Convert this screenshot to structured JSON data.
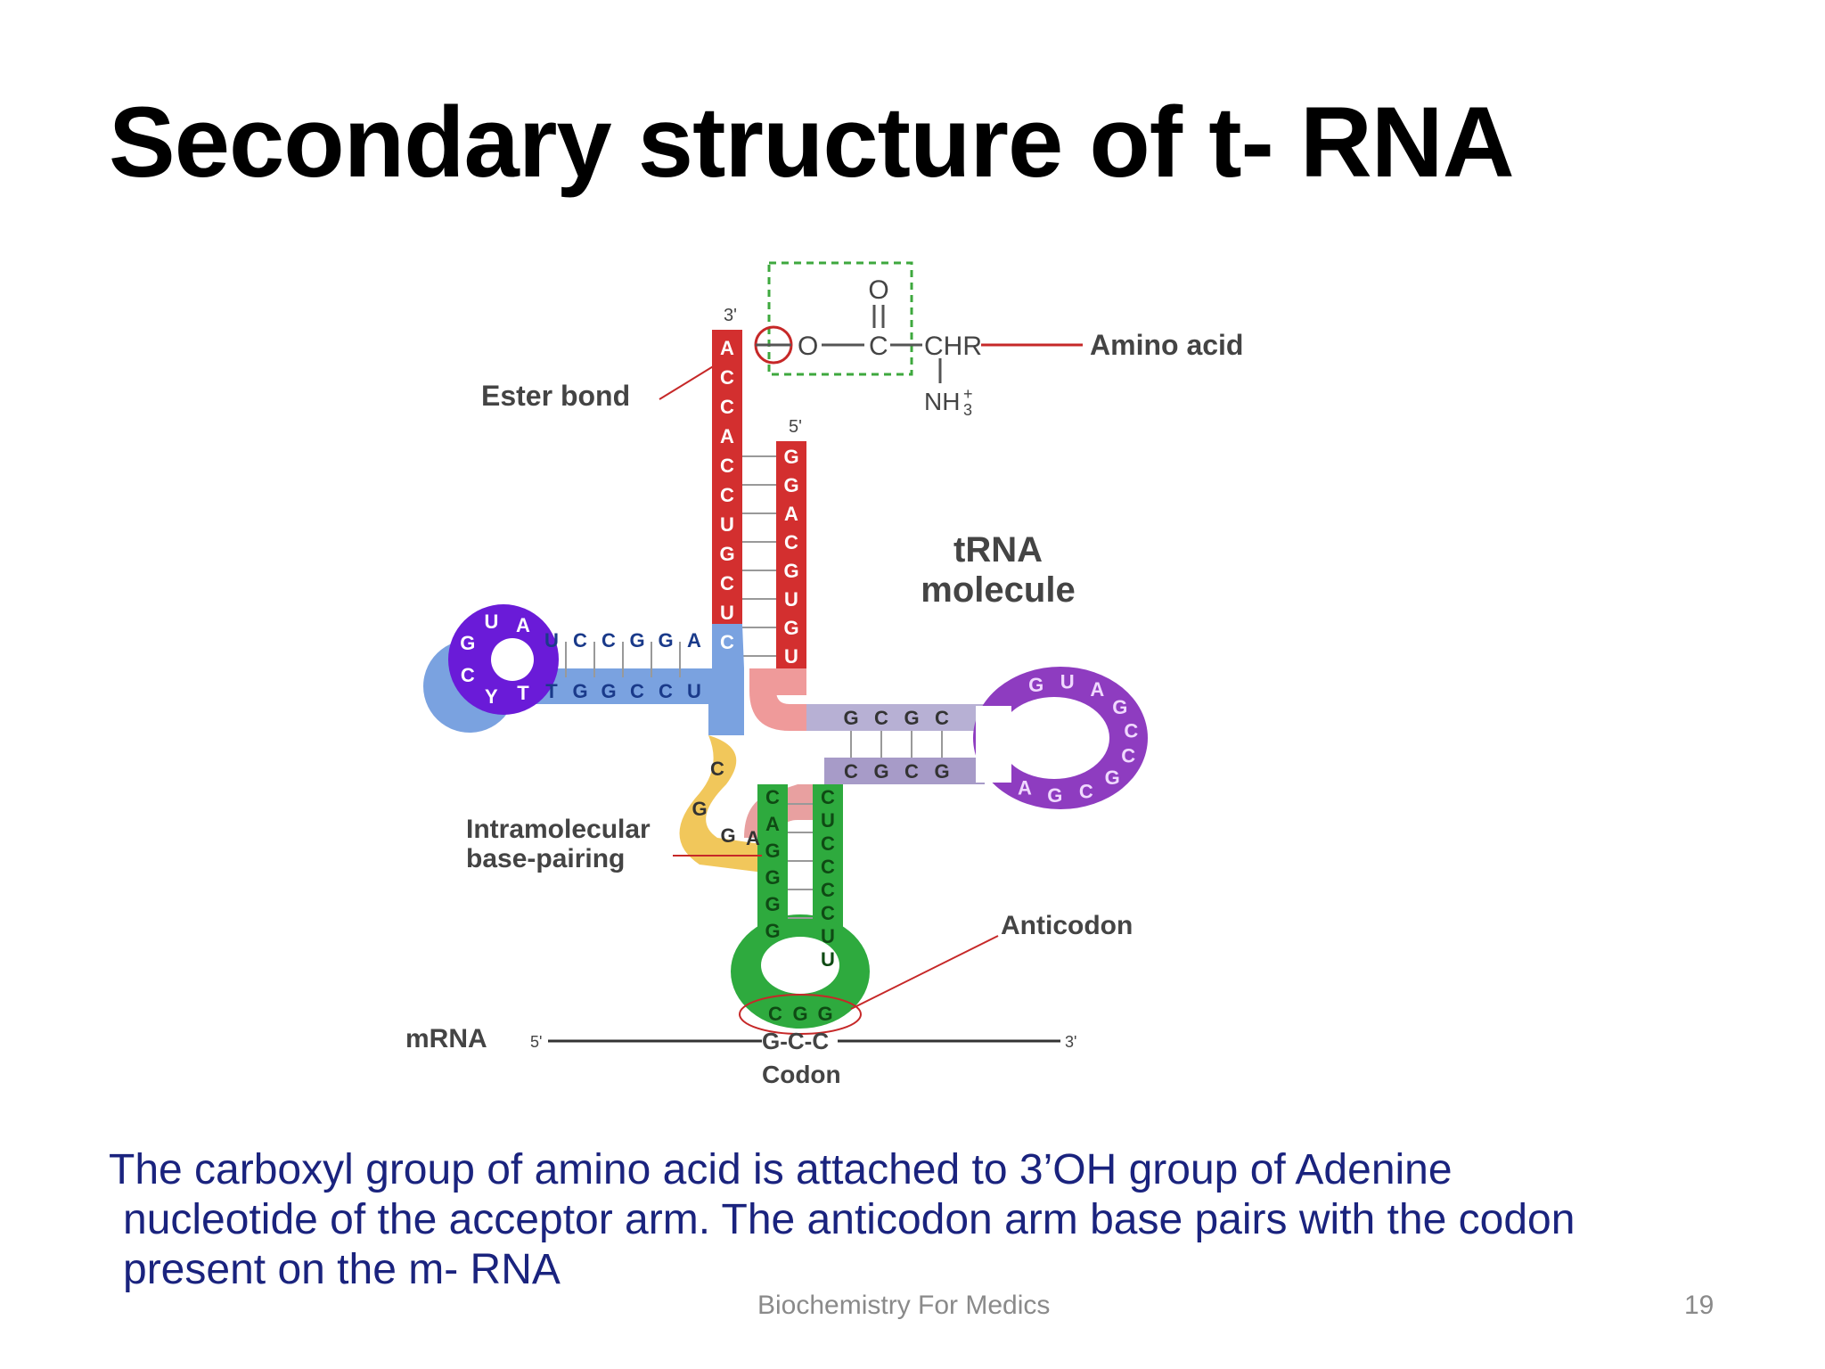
{
  "slide": {
    "title": "Secondary structure of t- RNA",
    "caption_lines": [
      "The carboxyl group of amino acid is attached to 3’OH group of Adenine",
      "nucleotide of the acceptor arm. The anticodon arm base pairs with the codon",
      "present on the m- RNA"
    ],
    "footer": "Biochemistry For Medics",
    "page_number": "19"
  },
  "diagram": {
    "labels": {
      "three_prime_top": "3'",
      "five_prime_top": "5'",
      "ester_bond": "Ester bond",
      "amino_acid": "Amino acid",
      "carbonyl_o": "O",
      "carbon": "C",
      "oxygen": "O",
      "chr": "CHR",
      "nh3": "NH",
      "trna_line1": "tRNA",
      "trna_line2": "molecule",
      "intramolecular_line1": "Intramolecular",
      "intramolecular_line2": "base-pairing",
      "anticodon": "Anticodon",
      "mrna": "mRNA",
      "mrna_5": "5'",
      "mrna_3": "3'",
      "codon_seq": "G-C-C",
      "codon": "Codon"
    },
    "acceptor_3_strand": "ACCACCUGCUC",
    "acceptor_5_strand": "GGACGUGU",
    "d_arm_top": "UCCGGA",
    "d_arm_bottom": "TGGCCU",
    "d_loop": "AUGCYT",
    "linker": "CGGA",
    "t_arm_top": "GCGC",
    "t_arm_bottom": "CGCG",
    "t_loop": "GUAGCCGCGA",
    "anticodon_left": "CAGGGG",
    "anticodon_right": "CUCCCCUU",
    "anticodon_bases": "CGG",
    "colors": {
      "acceptor": "#d32f2f",
      "acceptor_light": "#ef9a9a",
      "d_loop": "#6a1bd8",
      "d_stem": "#7aa2e0",
      "linker": "#f1c75b",
      "t_loop": "#8e3cc0",
      "t_stem": "#a79bc8",
      "anticodon": "#2eaa3e",
      "caption_text": "#1a237e"
    }
  }
}
